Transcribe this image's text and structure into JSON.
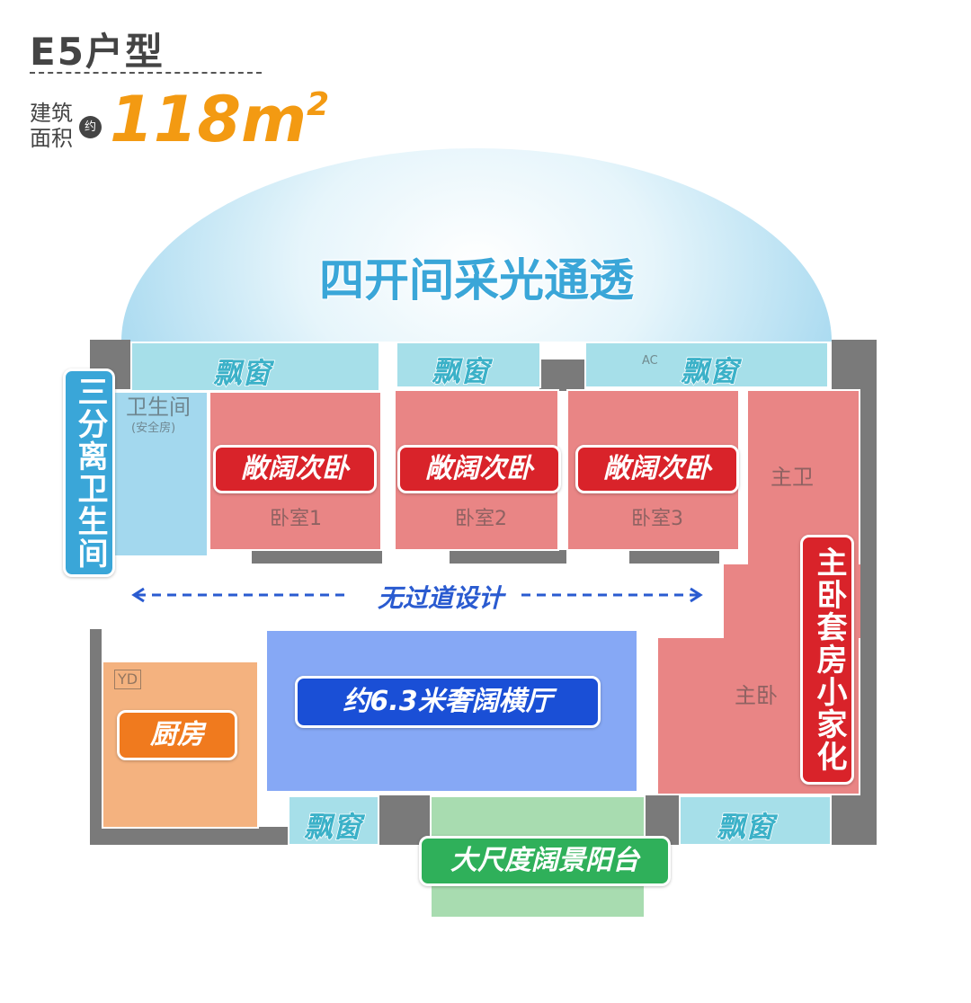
{
  "header": {
    "title": "E5户型",
    "area_label_line1": "建筑",
    "area_label_line2": "面积",
    "approx": "约",
    "area_value": "118m",
    "area_unit_sup": "2"
  },
  "dome": {
    "title": "四开间采光通透"
  },
  "bay_windows": [
    "飘窗",
    "飘窗",
    "飘窗",
    "飘窗",
    "飘窗"
  ],
  "plan_text": {
    "bath": "卫生间",
    "bath_note": "(安全房)",
    "bed1": "卧室1",
    "bed2": "卧室2",
    "bed3": "卧室3",
    "master_bath": "主卫",
    "master_bed": "主卧",
    "yd": "YD",
    "ac": "AC"
  },
  "labels": {
    "secondary_bedroom": "敞阔次卧",
    "separated_bath": "三分离卫生间",
    "no_corridor": "无过道设计",
    "living": "约6.3米奢阔横厅",
    "kitchen": "厨房",
    "master_suite": "主卧套房小家化",
    "balcony": "大尺度阔景阳台"
  },
  "colors": {
    "accent_orange": "#f39a12",
    "bedroom_red": "#e98585",
    "tag_red": "#d9232a",
    "bath_blue": "#a3d8ee",
    "living_blue": "#86a8f5",
    "kitchen_orange": "#f4b27f",
    "balcony_green": "#a8dcb0",
    "label_blue": "#3aa6d8"
  }
}
